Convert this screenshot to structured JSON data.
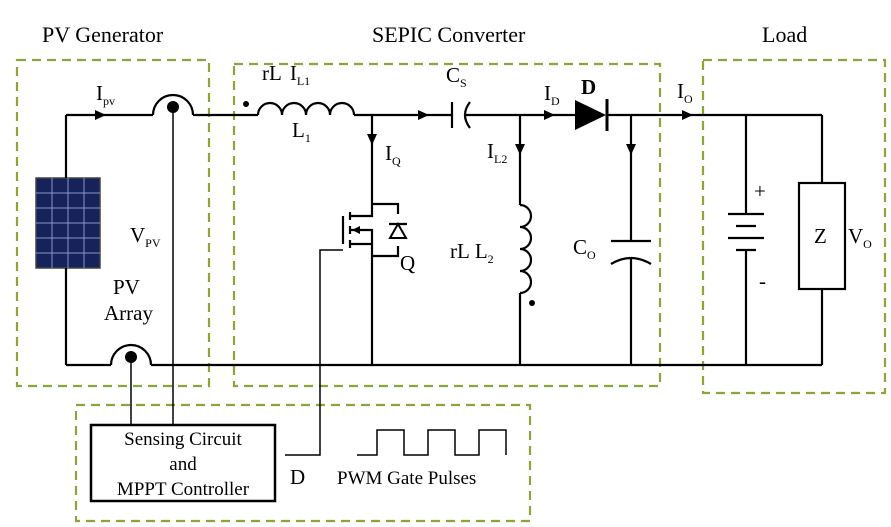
{
  "sections": {
    "pv_generator": "PV Generator",
    "sepic_converter": "SEPIC Converter",
    "load": "Load"
  },
  "labels": {
    "ipv_main": "I",
    "ipv_sub": "pv",
    "vpv_main": "V",
    "vpv_sub": "PV",
    "pv_array_line1": "PV",
    "pv_array_line2": "Array",
    "rl_l1_prefix": "rL",
    "il1_main": "I",
    "il1_sub": "L1",
    "l1_main": "L",
    "l1_sub": "1",
    "iq_main": "I",
    "iq_sub": "Q",
    "q": "Q",
    "cs_main": "C",
    "cs_sub": "S",
    "id_main": "I",
    "id_sub": "D",
    "d_diode": "D",
    "il2_main": "I",
    "il2_sub": "L2",
    "rl_l2_prefix": "rL",
    "l2_main": "L",
    "l2_sub": "2",
    "co_main": "C",
    "co_sub": "O",
    "io_main": "I",
    "io_sub": "O",
    "plus": "+",
    "minus": "-",
    "z": "Z",
    "vo_main": "V",
    "vo_sub": "O"
  },
  "controller": {
    "line1": "Sensing Circuit",
    "line2": "and",
    "line3": "MPPT Controller",
    "d_output": "D",
    "pwm_label": "PWM Gate Pulses"
  }
}
